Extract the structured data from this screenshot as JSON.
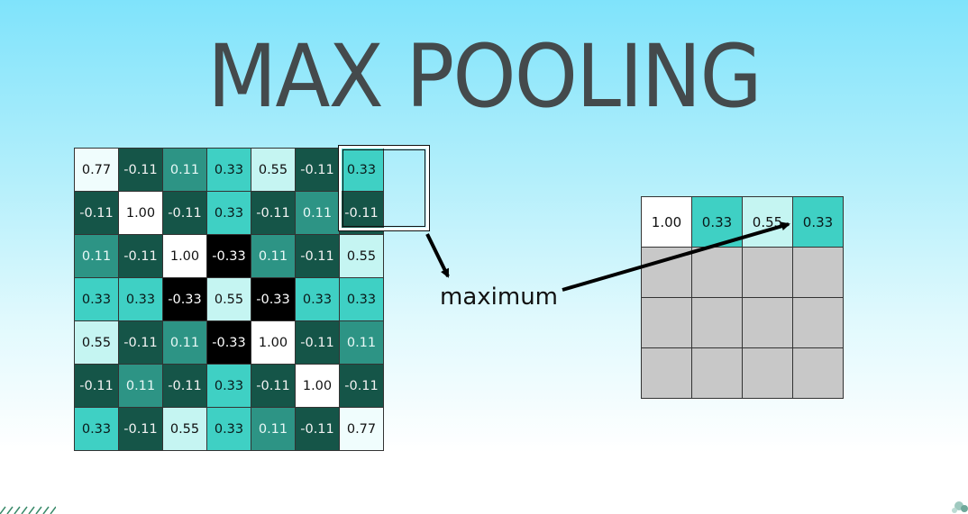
{
  "title": "MAX POOLING",
  "label_maximum": "maximum",
  "input_grid": [
    [
      "0.77",
      "-0.11",
      "0.11",
      "0.33",
      "0.55",
      "-0.11",
      "0.33"
    ],
    [
      "-0.11",
      "1.00",
      "-0.11",
      "0.33",
      "-0.11",
      "0.11",
      "-0.11"
    ],
    [
      "0.11",
      "-0.11",
      "1.00",
      "-0.33",
      "0.11",
      "-0.11",
      "0.55"
    ],
    [
      "0.33",
      "0.33",
      "-0.33",
      "0.55",
      "-0.33",
      "0.33",
      "0.33"
    ],
    [
      "0.55",
      "-0.11",
      "0.11",
      "-0.33",
      "1.00",
      "-0.11",
      "0.11"
    ],
    [
      "-0.11",
      "0.11",
      "-0.11",
      "0.33",
      "-0.11",
      "1.00",
      "-0.11"
    ],
    [
      "0.33",
      "-0.11",
      "0.55",
      "0.33",
      "0.11",
      "-0.11",
      "0.77"
    ]
  ],
  "output_grid": [
    [
      "1.00",
      "0.33",
      "0.55",
      "0.33"
    ],
    [
      "",
      "",
      "",
      ""
    ],
    [
      "",
      "",
      "",
      ""
    ],
    [
      "",
      "",
      "",
      ""
    ]
  ],
  "colors": {
    "background_top": "#7fe3fb",
    "background_bottom": "#ffffff",
    "title": "#444a4c",
    "empty_cell": "#c8c8c8"
  }
}
